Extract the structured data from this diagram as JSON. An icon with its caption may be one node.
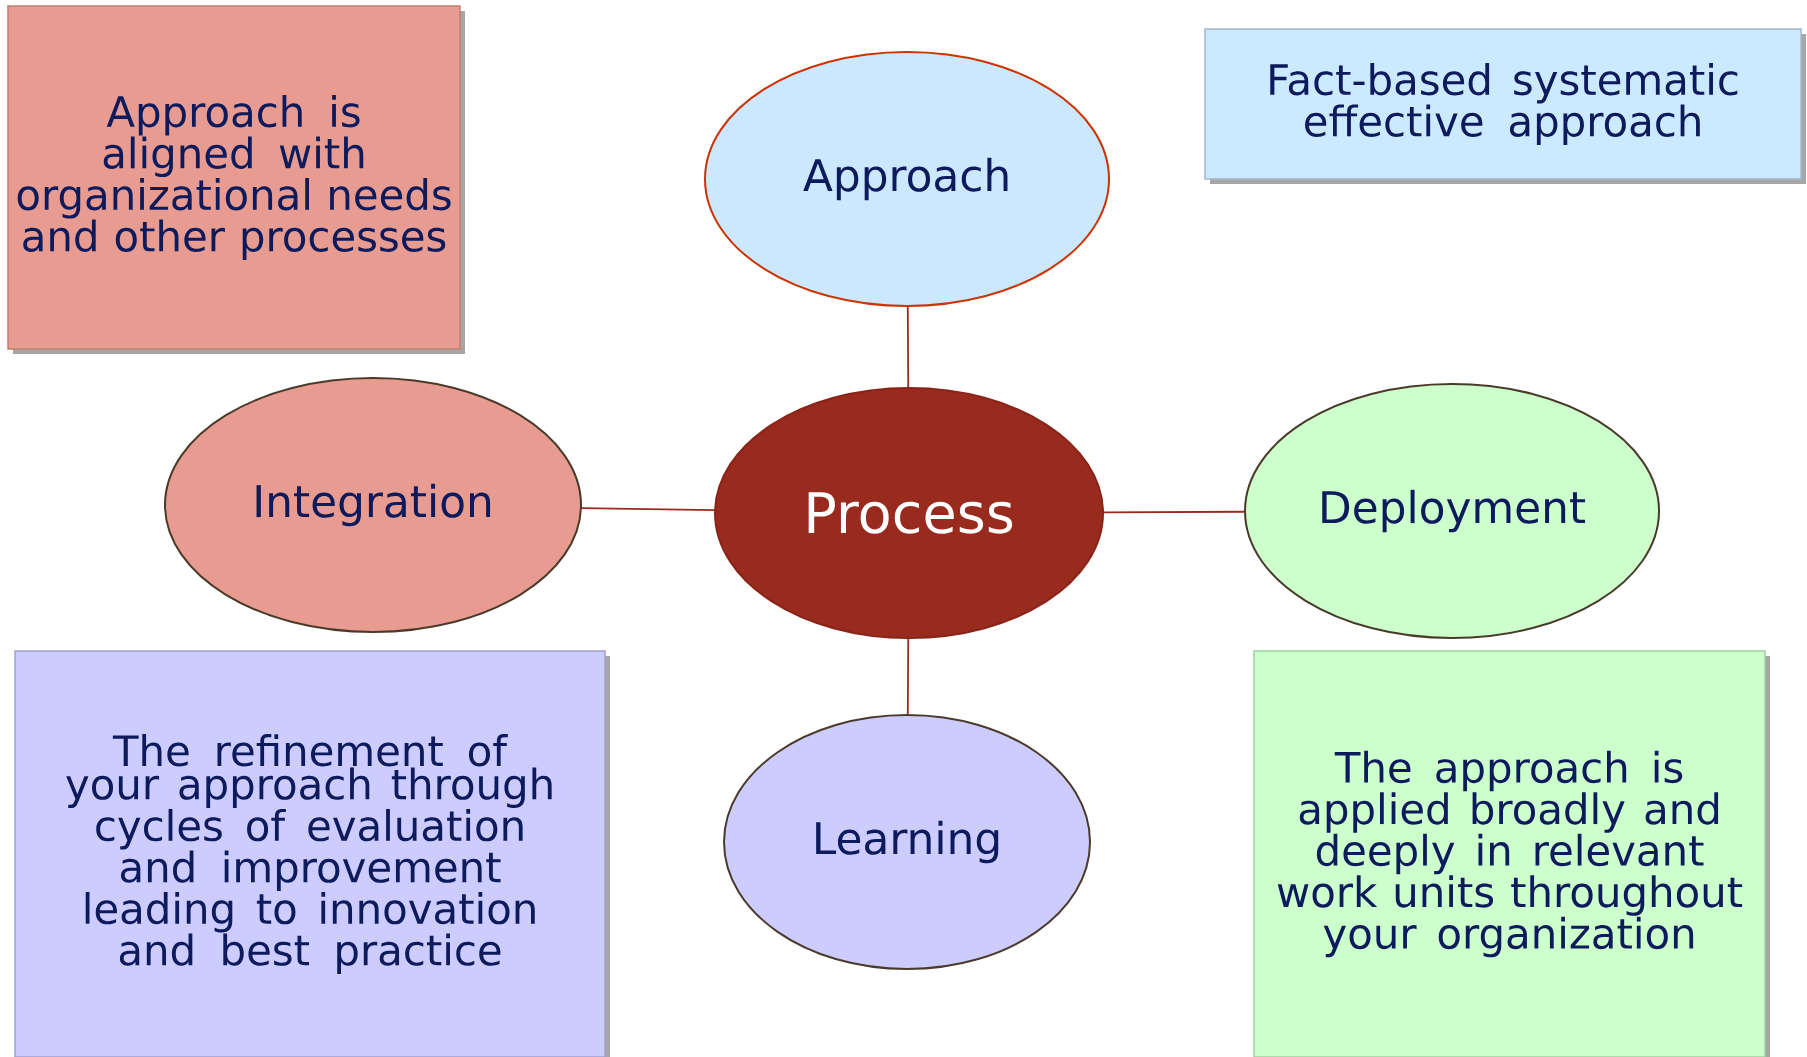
{
  "diagram": {
    "nodes": [
      {
        "text": [
          "Approach is aligned with organizational needs and other processes"
        ]
      },
      {
        "text": [
          "Approach"
        ]
      },
      {
        "text": [
          "Fact-based systematic effective approach"
        ]
      },
      {
        "text": [
          "Integration"
        ]
      },
      {
        "text": [
          "Process"
        ]
      },
      {
        "text": [
          "Deployment"
        ]
      },
      {
        "text": [
          "The refinement of your approach through cycles of evaluation and improvement leading to innovation and best practice"
        ]
      },
      {
        "text": [
          "Learning"
        ]
      },
      {
        "text": [
          "The approach is applied broadly and deeply in relevant work units throughout your organization"
        ]
      }
    ],
    "edges": [
      {
        "from": 4,
        "to": 1,
        "arrow": "none"
      },
      {
        "from": 4,
        "to": 3,
        "arrow": "none"
      },
      {
        "from": 4,
        "to": 5,
        "arrow": "none"
      },
      {
        "from": 4,
        "to": 7,
        "arrow": "none"
      }
    ]
  }
}
